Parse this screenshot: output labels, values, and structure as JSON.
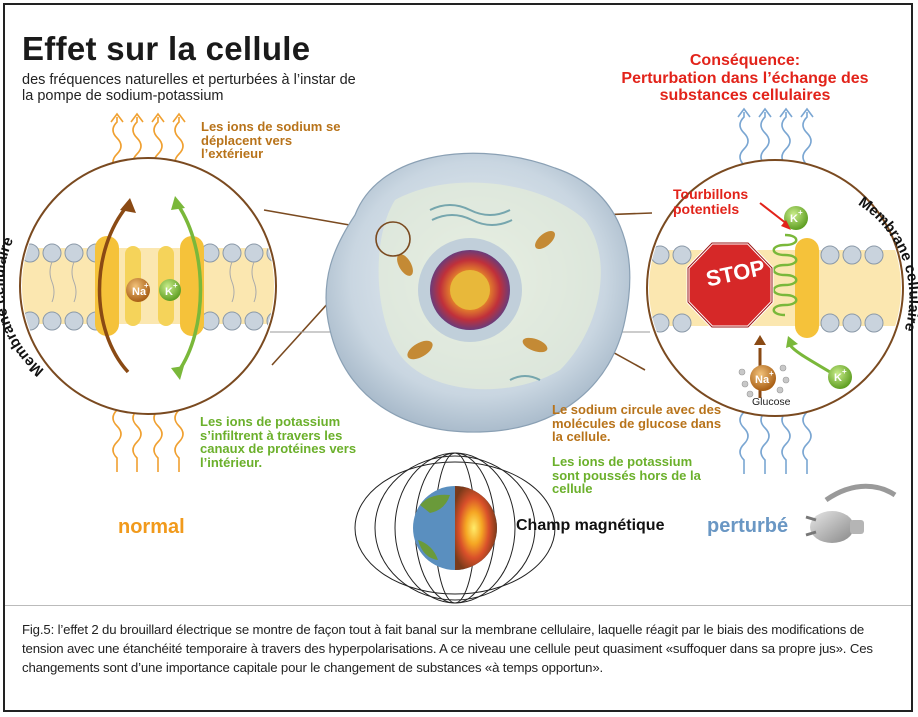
{
  "title": "Effet sur la cellule",
  "subtitle": "des fréquences naturelles et perturbées à l’instar de la pompe de sodium-potassium",
  "consequence": {
    "heading": "Conséquence:",
    "body": "Perturbation dans l’échange des substances cellulaires"
  },
  "notes": {
    "sodium_out": "Les ions de sodium se déplacent vers l’extérieur",
    "potassium_in": "Les ions de potassium s’infiltrent à travers les canaux de protéines vers l’intérieur.",
    "sodium_glucose": "Le sodium circule avec des molécules de glucose dans la cellule.",
    "potassium_out": "Les ions de potassium sont poussés hors de la cellule",
    "vortex": "Tourbillons potentiels"
  },
  "labels": {
    "membrane_left": "Membrane cellulaire",
    "membrane_right": "Membrane cellulaire",
    "normal": "normal",
    "perturbed": "perturbé",
    "magnetic_field": "Champ magnétique",
    "stop": "STOP",
    "glucose": "Glucose",
    "na": "Na",
    "k": "K",
    "plus": "+"
  },
  "caption": "Fig.5: l’effet 2 du brouillard électrique se montre de façon tout à fait banal sur la membrane cellulaire, laquelle réagit par le biais des modifications de tension avec une étanchéité temporaire à travers des hyperpolarisations. A ce niveau une cellule peut quasiment «suffoquer dans sa propre jus». Ces changements sont d’une importance capitale pour le changement de substances «à temps opportun».",
  "colors": {
    "sodium_orange": "#c87a12",
    "potassium_green": "#6bb02b",
    "alert_red": "#e2231a",
    "perturbed_blue": "#6a97c4",
    "normal_orange": "#f19a1c"
  }
}
